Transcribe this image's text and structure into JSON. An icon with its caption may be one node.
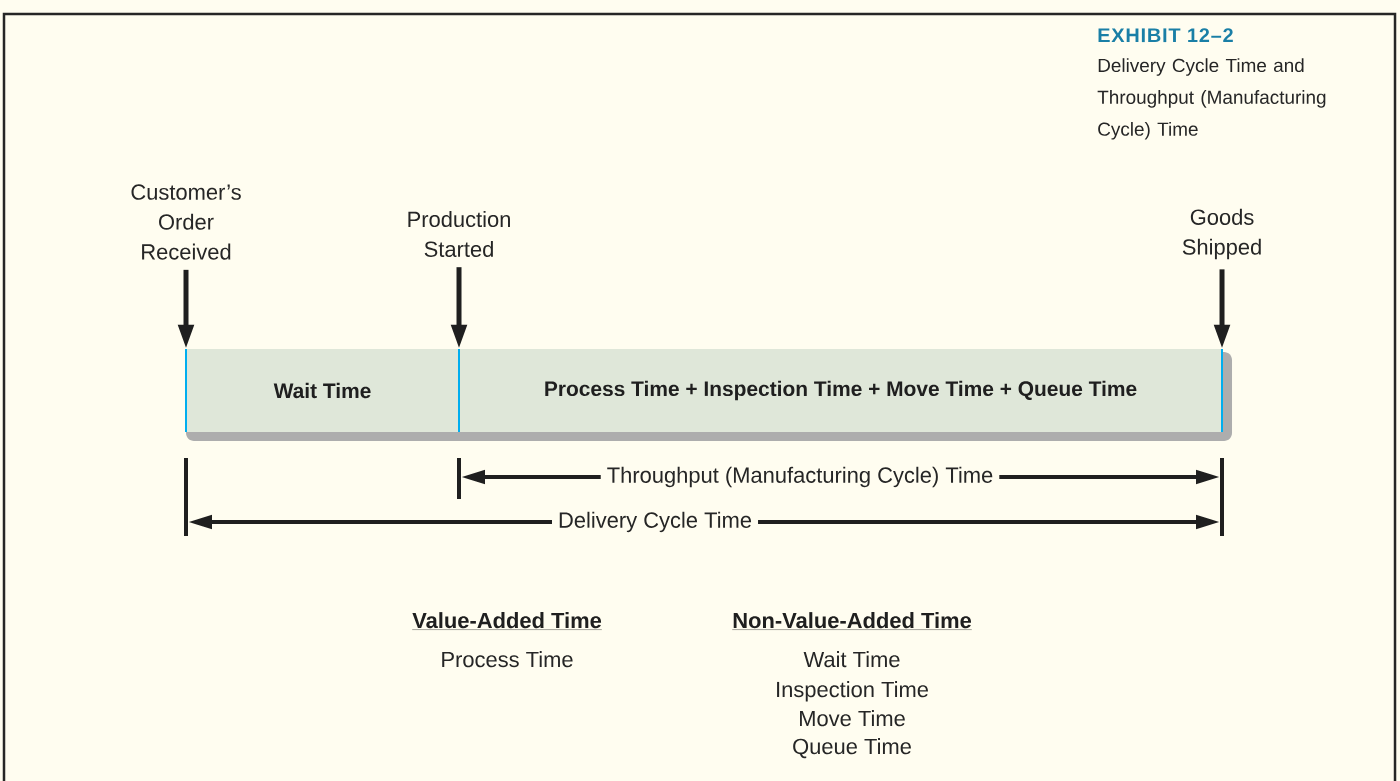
{
  "diagram": {
    "title": "EXHIBIT 12–2",
    "caption": "Delivery Cycle Time and Throughput (Manufacturing Cycle) Time",
    "nodes": [
      {
        "text": [
          "Customer’s Order Received"
        ]
      },
      {
        "text": [
          "Production Started"
        ]
      },
      {
        "text": [
          "Goods Shipped"
        ]
      },
      {
        "text": [
          "Wait Time"
        ]
      },
      {
        "text": [
          "Process Time + Inspection Time + Move Time + Queue Time"
        ]
      }
    ],
    "edges": [
      {
        "from": 0,
        "to": 3,
        "arrow": "to"
      },
      {
        "from": 1,
        "to": 4,
        "arrow": "to"
      },
      {
        "from": 2,
        "to": 4,
        "arrow": "to"
      }
    ],
    "labels": [
      "Throughput (Manufacturing Cycle) Time",
      "Delivery Cycle Time",
      "Value-Added Time",
      "Process Time",
      "Non-Value-Added Time",
      "Wait Time",
      "Inspection Time",
      "Move Time",
      "Queue Time"
    ]
  }
}
